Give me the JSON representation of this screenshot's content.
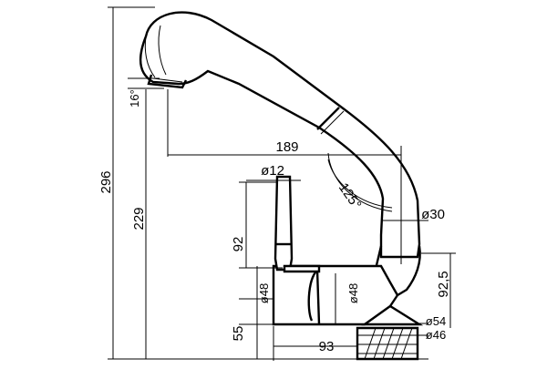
{
  "dimensions": {
    "total_height": "296",
    "spout_height": "229",
    "angle_tilt": "16°",
    "reach": "189",
    "handle_diameter": "ø12",
    "angle_arc": "125°",
    "spout_diameter": "ø30",
    "handle_height": "92",
    "body_height": "92,5",
    "body_diameter_left": "ø48",
    "body_diameter_center": "ø48",
    "base_height": "55",
    "base_width": "93",
    "base_diameter_outer": "ø54",
    "base_diameter_inner": "ø46"
  }
}
